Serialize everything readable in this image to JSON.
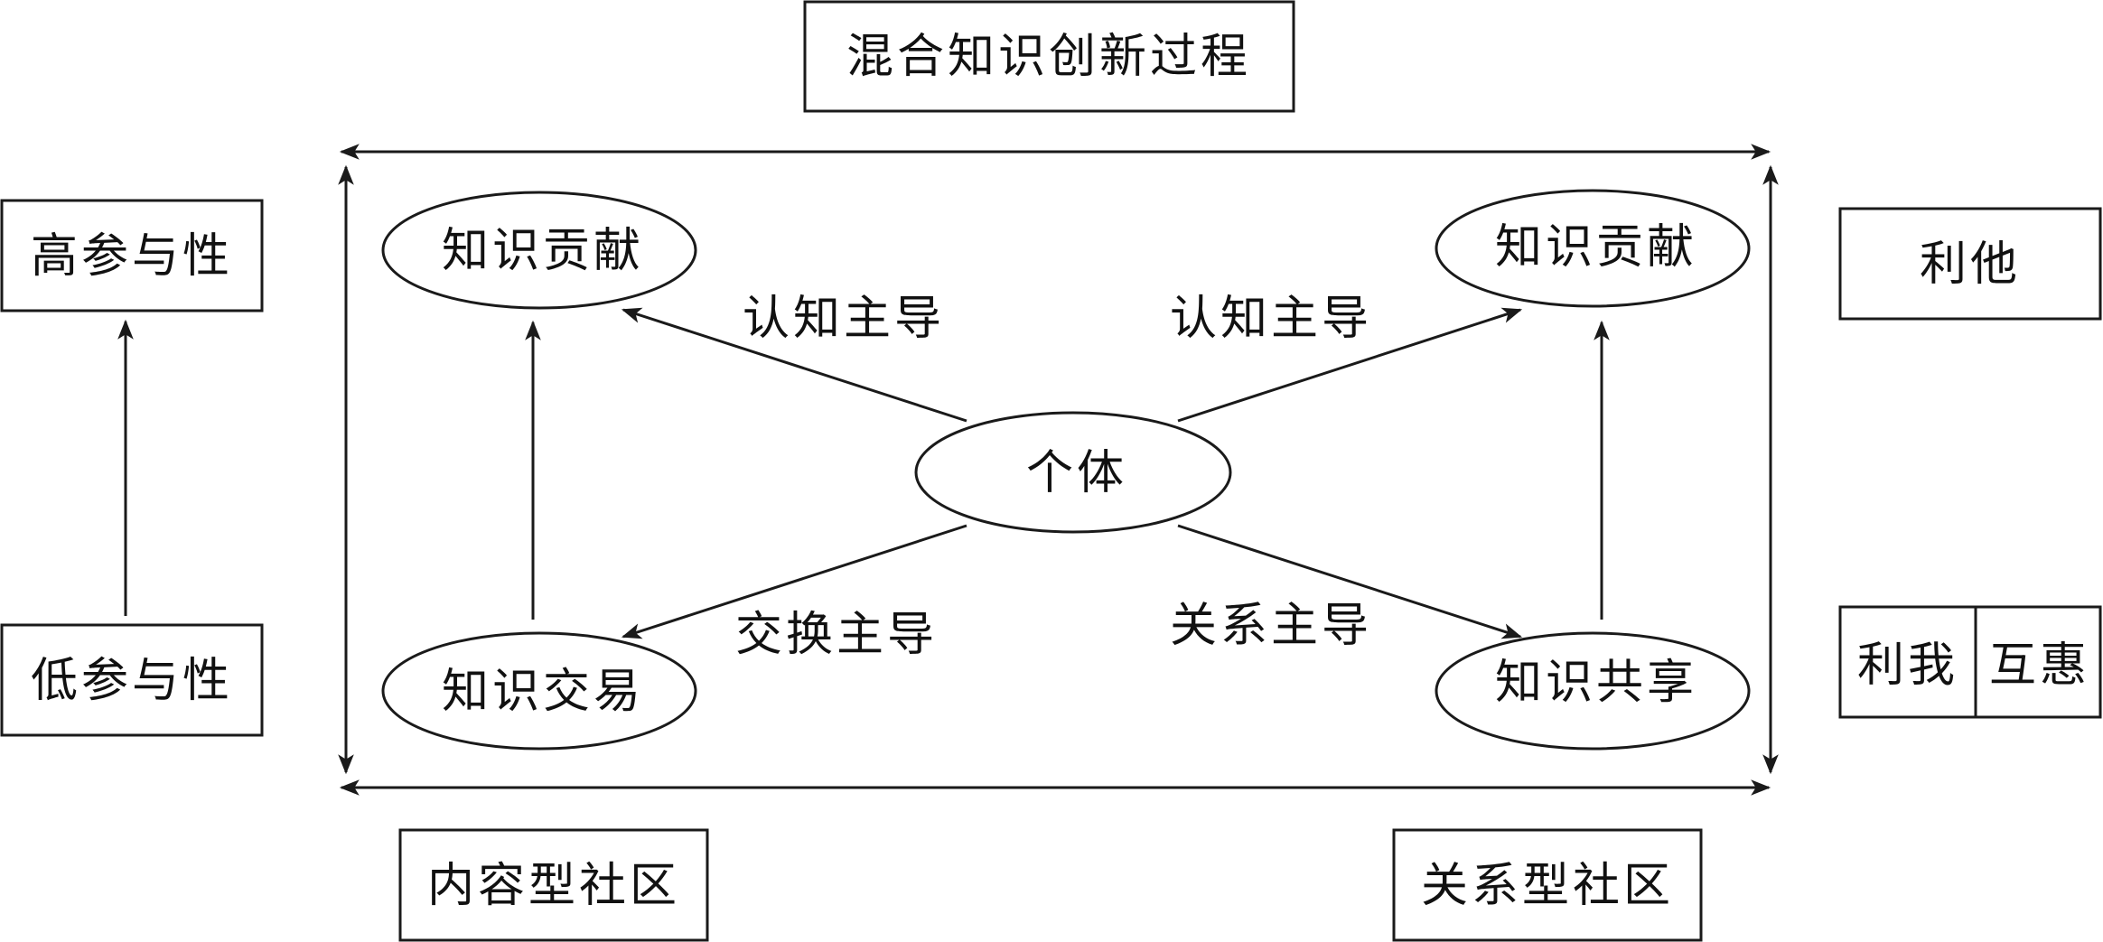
{
  "colors": {
    "stroke": "#1a1a1a",
    "text": "#111111",
    "background": "#ffffff"
  },
  "header": {
    "title": "混合知识创新过程"
  },
  "left_axis": {
    "top_label": "高参与性",
    "bottom_label": "低参与性"
  },
  "right_axis": {
    "top_label": "利他",
    "bottom_left_label": "利我",
    "bottom_right_label": "互惠"
  },
  "center": {
    "label": "个体"
  },
  "nodes": {
    "top_left": "知识贡献",
    "top_right": "知识贡献",
    "bottom_left": "知识交易",
    "bottom_right": "知识共享"
  },
  "edges": {
    "to_top_left": "认知主导",
    "to_top_right": "认知主导",
    "to_bottom_left": "交换主导",
    "to_bottom_right": "关系主导"
  },
  "footer": {
    "left_label": "内容型社区",
    "right_label": "关系型社区"
  }
}
